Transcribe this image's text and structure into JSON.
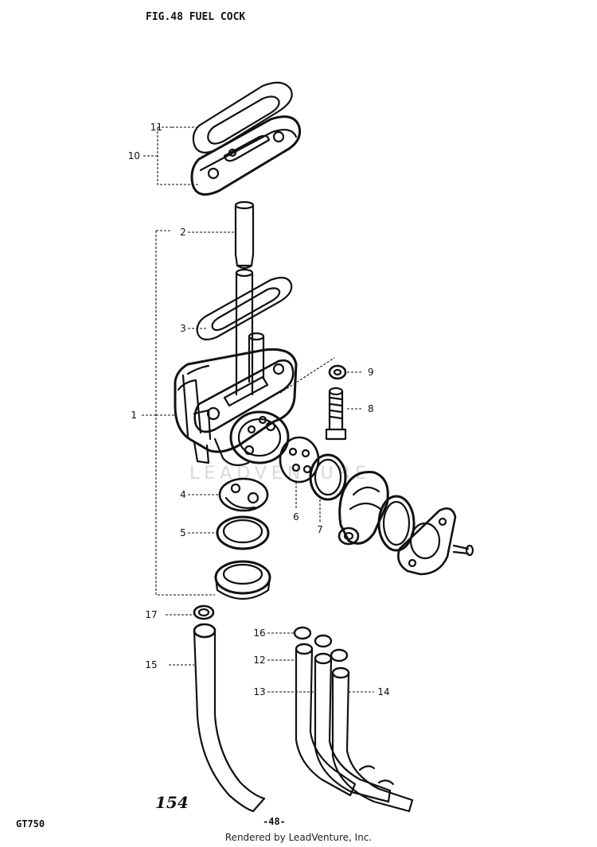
{
  "header": {
    "title": "FIG.48  FUEL COCK"
  },
  "footer": {
    "model": "GT750",
    "page_number": "-48-",
    "handwritten_number": "154",
    "rendered_by": "Rendered by LeadVenture, Inc."
  },
  "watermark": {
    "text": "LEADVENTURE"
  },
  "callouts": {
    "c1": "1",
    "c2": "2",
    "c3": "3",
    "c4": "4",
    "c5": "5",
    "c6": "6",
    "c7": "7",
    "c8": "8",
    "c9": "9",
    "c10": "10",
    "c11": "11",
    "c12": "12",
    "c13": "13",
    "c14": "14",
    "c15": "15",
    "c16": "16",
    "c17": "17"
  }
}
